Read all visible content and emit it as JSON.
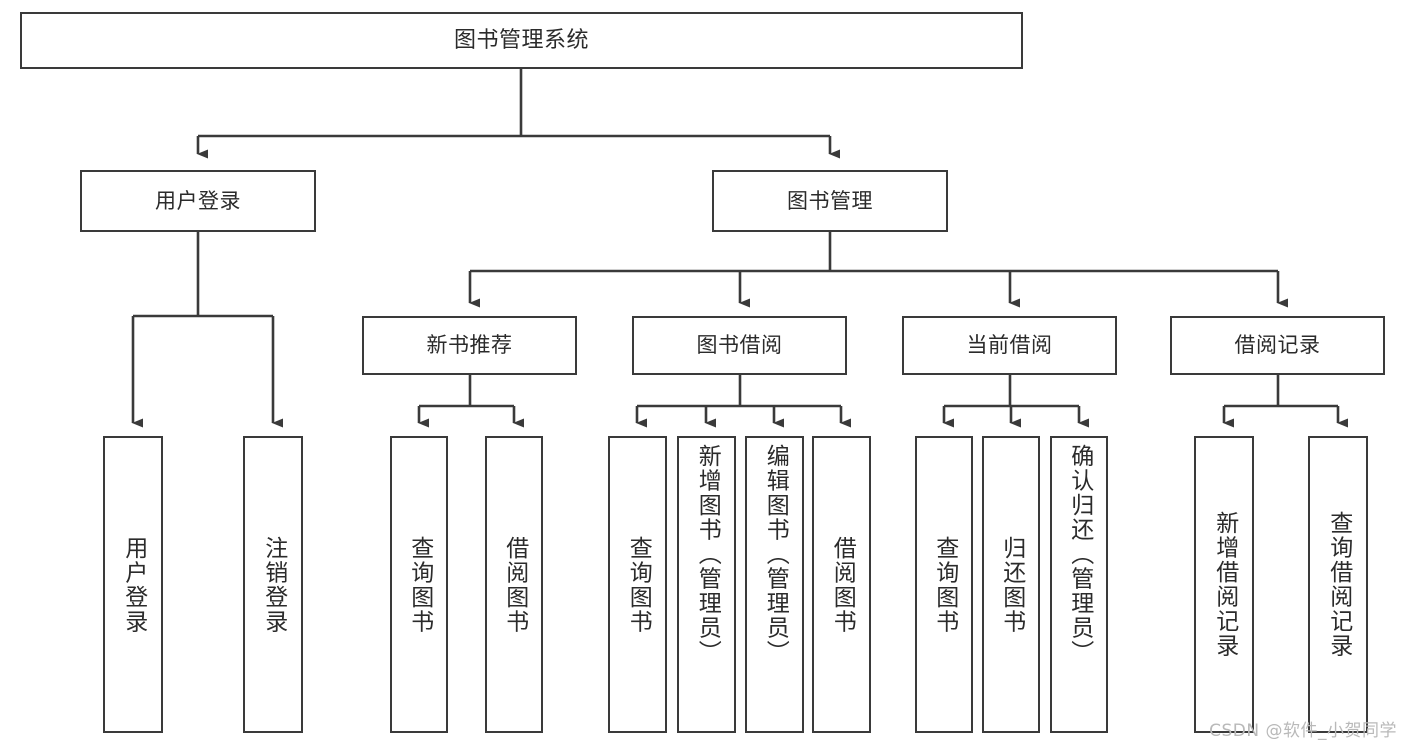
{
  "diagram": {
    "type": "tree-hierarchy",
    "title": "图书管理系统",
    "watermark": "CSDN @软件_小贺同学",
    "colors": {
      "box_border": "#3a3a3a",
      "box_fill": "#ffffff",
      "connector": "#3a3a3a",
      "text": "#2b2b2b",
      "watermark": "#b9b9b9",
      "background": "#ffffff"
    },
    "root": {
      "label": "图书管理系统"
    },
    "level1": [
      {
        "label": "用户登录"
      },
      {
        "label": "图书管理"
      }
    ],
    "level2": [
      {
        "label": "新书推荐"
      },
      {
        "label": "图书借阅"
      },
      {
        "label": "当前借阅"
      },
      {
        "label": "借阅记录"
      }
    ],
    "leaves": {
      "user_login": [
        {
          "label": "用户登录"
        },
        {
          "label": "注销登录"
        }
      ],
      "new_book_recommend": [
        {
          "label": "查询图书"
        },
        {
          "label": "借阅图书"
        }
      ],
      "book_borrow": [
        {
          "label": "查询图书"
        },
        {
          "label": "新增图书（管理员）"
        },
        {
          "label": "编辑图书（管理员）"
        },
        {
          "label": "借阅图书"
        }
      ],
      "current_borrow": [
        {
          "label": "查询图书"
        },
        {
          "label": "归还图书"
        },
        {
          "label": "确认归还（管理员）"
        }
      ],
      "borrow_records": [
        {
          "label": "新增借阅记录"
        },
        {
          "label": "查询借阅记录"
        }
      ]
    }
  }
}
